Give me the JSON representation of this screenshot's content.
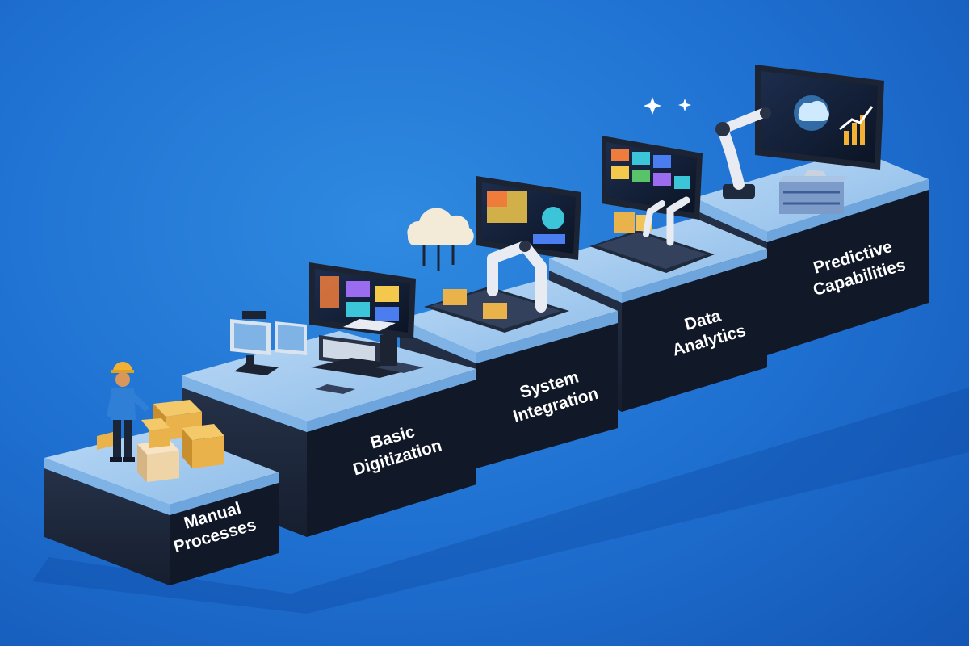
{
  "diagram": {
    "steps": [
      {
        "label_line1": "Manual",
        "label_line2": "Processes"
      },
      {
        "label_line1": "Basic",
        "label_line2": "Digitization"
      },
      {
        "label_line1": "System",
        "label_line2": "Integration"
      },
      {
        "label_line1": "Data",
        "label_line2": "Analytics"
      },
      {
        "label_line1": "Predictive",
        "label_line2": "Capabilities"
      }
    ]
  },
  "colors": {
    "background": "#1e6fd0",
    "block_front": "#1b2538",
    "block_side": "#111827",
    "block_top": "#a9cdf0",
    "block_top_edge": "#7fb3e6",
    "box_color": "#e9b24a",
    "screen_color": "#0f1a2e"
  },
  "icons": [
    "worker-figure",
    "cardboard-boxes",
    "computer-monitor",
    "cloud-icon",
    "robotic-arm",
    "analytics-dashboard",
    "rising-chart-icon",
    "sparkle-icon"
  ]
}
